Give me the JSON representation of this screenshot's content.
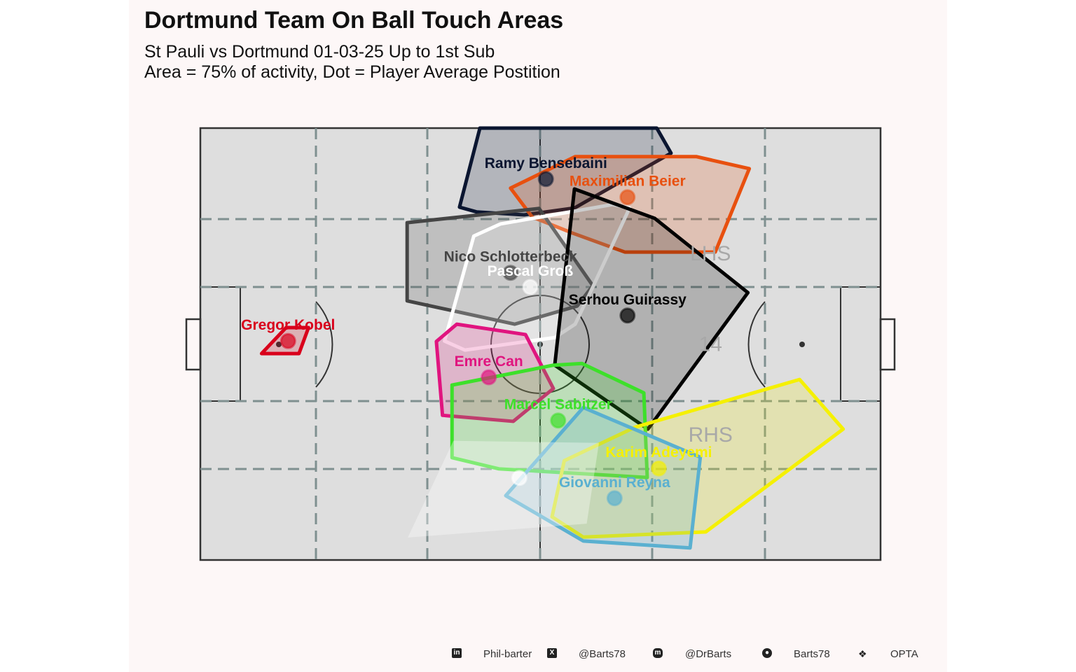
{
  "title": "Dortmund Team On Ball Touch Areas",
  "subtitle_1": "St Pauli vs Dortmund 01-03-25 Up to 1st Sub",
  "subtitle_2": "Area = 75% of activity, Dot = Player Average Postition",
  "footer": {
    "linkedin": {
      "icon": "linkedin-icon",
      "text": "Phil-barter"
    },
    "x": {
      "icon": "x-icon",
      "text": "@Barts78"
    },
    "mastodon": {
      "icon": "mastodon-icon",
      "text": "@DrBarts"
    },
    "github": {
      "icon": "github-icon",
      "text": "Barts78"
    },
    "dropbox": {
      "icon": "dropbox-icon",
      "text": "OPTA"
    }
  },
  "chart_data": {
    "type": "scatter",
    "pitch": {
      "xlim": [
        0,
        100
      ],
      "ylim": [
        0,
        100
      ],
      "zone_labels": [
        {
          "text": "LHS",
          "x": 75,
          "y": 29
        },
        {
          "text": "14",
          "x": 75,
          "y": 50
        },
        {
          "text": "RHS",
          "x": 75,
          "y": 71
        }
      ]
    },
    "players": [
      {
        "name": "Gregor Kobel",
        "color": "#d9001b",
        "avg": [
          12.9,
          49.3
        ],
        "hull": [
          [
            9.0,
            52.2
          ],
          [
            12.6,
            46.2
          ],
          [
            15.9,
            46.2
          ],
          [
            14.5,
            52.2
          ]
        ]
      },
      {
        "name": "Ramy Bensebaini",
        "color": "#0a1530",
        "avg": [
          50.8,
          11.8
        ],
        "hull": [
          [
            41.1,
            0
          ],
          [
            67.1,
            0
          ],
          [
            69.2,
            5.8
          ],
          [
            55.0,
            18.5
          ],
          [
            47.6,
            20.1
          ],
          [
            40.6,
            19.4
          ],
          [
            38.1,
            18.3
          ]
        ]
      },
      {
        "name": "Maximilian Beier",
        "color": "#e8500f",
        "avg": [
          62.8,
          16.0
        ],
        "hull": [
          [
            45.6,
            13.9
          ],
          [
            55.1,
            6.6
          ],
          [
            72.9,
            6.6
          ],
          [
            80.7,
            9.4
          ],
          [
            75.7,
            28.7
          ],
          [
            62.4,
            28.7
          ],
          [
            54.7,
            24.3
          ],
          [
            48.8,
            20.6
          ]
        ]
      },
      {
        "name": "Nico Schlotterbeck",
        "color": "#454545",
        "avg": [
          45.6,
          33.5
        ],
        "hull": [
          [
            30.4,
            21.9
          ],
          [
            49.8,
            18.6
          ],
          [
            57.7,
            36.5
          ],
          [
            55.4,
            41.2
          ],
          [
            46.2,
            45.4
          ],
          [
            30.4,
            40.0
          ]
        ]
      },
      {
        "name": "Pascal Groß",
        "color": "#ffffff",
        "avg": [
          48.5,
          36.8
        ],
        "hull": [
          [
            35.9,
            49.3
          ],
          [
            40.2,
            25.0
          ],
          [
            44.1,
            22.2
          ],
          [
            60.6,
            17.7
          ],
          [
            63.1,
            18.5
          ],
          [
            57.7,
            36.8
          ],
          [
            55.1,
            45.4
          ],
          [
            52.1,
            48.5
          ],
          [
            38.9,
            51.4
          ]
        ]
      },
      {
        "name": "Serhou Guirassy",
        "color": "#000000",
        "avg": [
          62.8,
          43.4
        ],
        "hull": [
          [
            55.0,
            14.1
          ],
          [
            66.8,
            20.9
          ],
          [
            80.5,
            38.1
          ],
          [
            65.8,
            69.7
          ],
          [
            52.1,
            54.9
          ]
        ]
      },
      {
        "name": "Emre Can",
        "color": "#e0147f",
        "avg": [
          42.4,
          57.7
        ],
        "hull": [
          [
            34.7,
            49.4
          ],
          [
            37.7,
            45.4
          ],
          [
            47.8,
            47.8
          ],
          [
            51.9,
            60.3
          ],
          [
            46.0,
            67.9
          ],
          [
            35.6,
            66.5
          ]
        ]
      },
      {
        "name": "Marcel Sabitzer",
        "color": "#3de02a",
        "avg": [
          52.6,
          67.7
        ],
        "hull": [
          [
            37.0,
            59.5
          ],
          [
            51.9,
            54.9
          ],
          [
            56.1,
            54.5
          ],
          [
            65.2,
            61.3
          ],
          [
            65.7,
            80.9
          ],
          [
            43.9,
            78.9
          ],
          [
            37.0,
            76.3
          ]
        ]
      },
      {
        "name": "Karim Adeyemi",
        "color": "#f5f000",
        "avg": [
          67.4,
          78.8
        ],
        "hull": [
          [
            53.5,
            77.0
          ],
          [
            64.0,
            69.2
          ],
          [
            88.1,
            58.2
          ],
          [
            94.5,
            69.7
          ],
          [
            74.3,
            93.5
          ],
          [
            56.3,
            94.7
          ],
          [
            51.7,
            90.0
          ]
        ]
      },
      {
        "name": "Giovanni Reyna",
        "color": "#5ab0d0",
        "avg": [
          60.9,
          85.7
        ],
        "hull": [
          [
            44.9,
            85.1
          ],
          [
            56.3,
            64.7
          ],
          [
            73.5,
            76.2
          ],
          [
            72.0,
            97.2
          ],
          [
            56.3,
            95.6
          ]
        ]
      },
      {
        "name": "",
        "color": "#ffffff",
        "avg": [
          46.9,
          81.0
        ],
        "hull": [
          [
            30.5,
            94.8
          ],
          [
            37.2,
            72.4
          ],
          [
            58.6,
            72.9
          ],
          [
            56.8,
            91.6
          ]
        ],
        "faint": true
      }
    ]
  }
}
